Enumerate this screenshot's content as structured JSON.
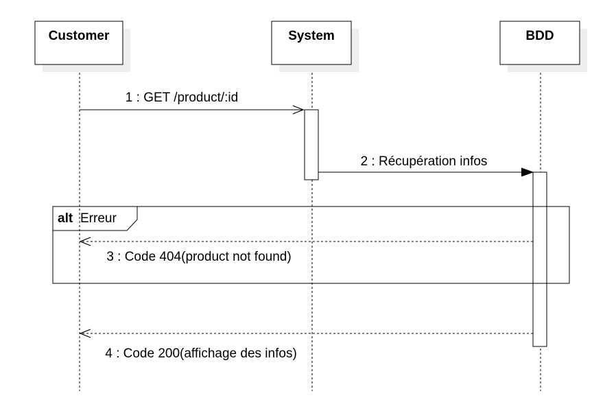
{
  "participants": [
    {
      "name": "Customer"
    },
    {
      "name": "System"
    },
    {
      "name": "BDD"
    }
  ],
  "messages": [
    {
      "label": "1 : GET /product/:id",
      "type": "async"
    },
    {
      "label": "2 : Récupération infos",
      "type": "sync"
    },
    {
      "label": "3 : Code 404(product not found)",
      "type": "return"
    },
    {
      "label": "4 : Code 200(affichage des infos)",
      "type": "return"
    }
  ],
  "fragment": {
    "operator": "alt",
    "guard": "Erreur"
  },
  "colors": {
    "line": "#000000",
    "shadow": "#eeeeee",
    "fill": "#ffffff"
  }
}
